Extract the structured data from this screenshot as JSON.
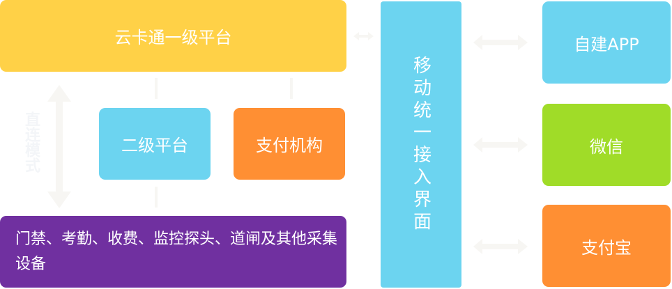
{
  "top_platform": "云卡通一级平台",
  "secondary_platform": "二级平台",
  "payment_institution": "支付机构",
  "devices": "门禁、考勤、收费、监控探头、道闸及其他采集设备",
  "direct_mode": "直连模式",
  "mobile_interface": "移动统一接入界面",
  "channels": [
    "自建APP",
    "微信",
    "支付宝"
  ],
  "colors": {
    "yellow": "#FFD147",
    "blue": "#6CD4F0",
    "orange": "#FF8F33",
    "purple": "#7030A0",
    "green": "#A0DC28"
  }
}
